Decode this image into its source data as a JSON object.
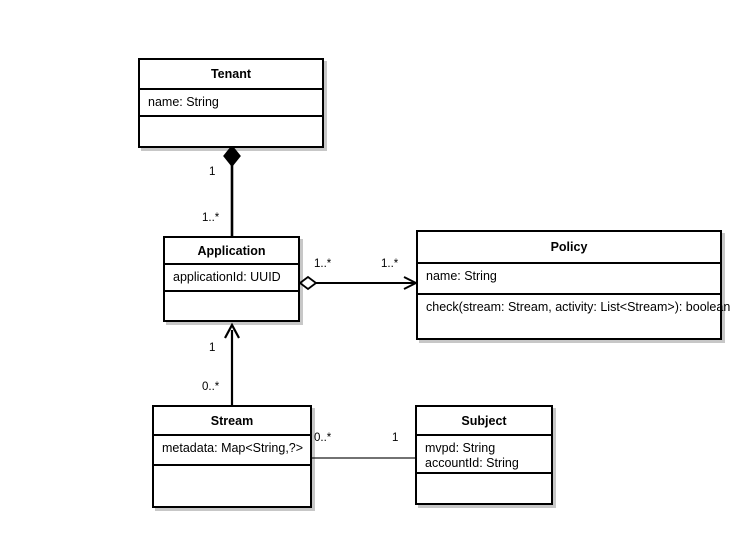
{
  "diagram": {
    "title": "UML Class Diagram",
    "background_color": "#ffffff",
    "line_color": "#000000",
    "shadow_color": "#cfcfcf"
  },
  "classes": {
    "tenant": {
      "name": "Tenant",
      "attributes": [
        "name: String"
      ],
      "operations": []
    },
    "application": {
      "name": "Application",
      "attributes": [
        "applicationId: UUID"
      ],
      "operations": []
    },
    "policy": {
      "name": "Policy",
      "attributes": [
        "name: String"
      ],
      "operations": [
        "check(stream: Stream, activity: List<Stream>): boolean"
      ]
    },
    "stream": {
      "name": "Stream",
      "attributes": [
        "metadata: Map<String,?>"
      ],
      "operations": []
    },
    "subject": {
      "name": "Subject",
      "attributes": [
        "mvpd: String",
        "accountId: String"
      ],
      "operations": []
    }
  },
  "relationships": {
    "tenant_application": {
      "kind": "composition",
      "source_label": "1",
      "target_label": "1..*"
    },
    "application_policy": {
      "kind": "aggregation-directed",
      "source_label": "1..*",
      "target_label": "1..*"
    },
    "stream_application": {
      "kind": "directed-association",
      "source_label": "1",
      "target_label": "0..*"
    },
    "stream_subject": {
      "kind": "association",
      "source_label": "0..*",
      "target_label": "1"
    }
  }
}
